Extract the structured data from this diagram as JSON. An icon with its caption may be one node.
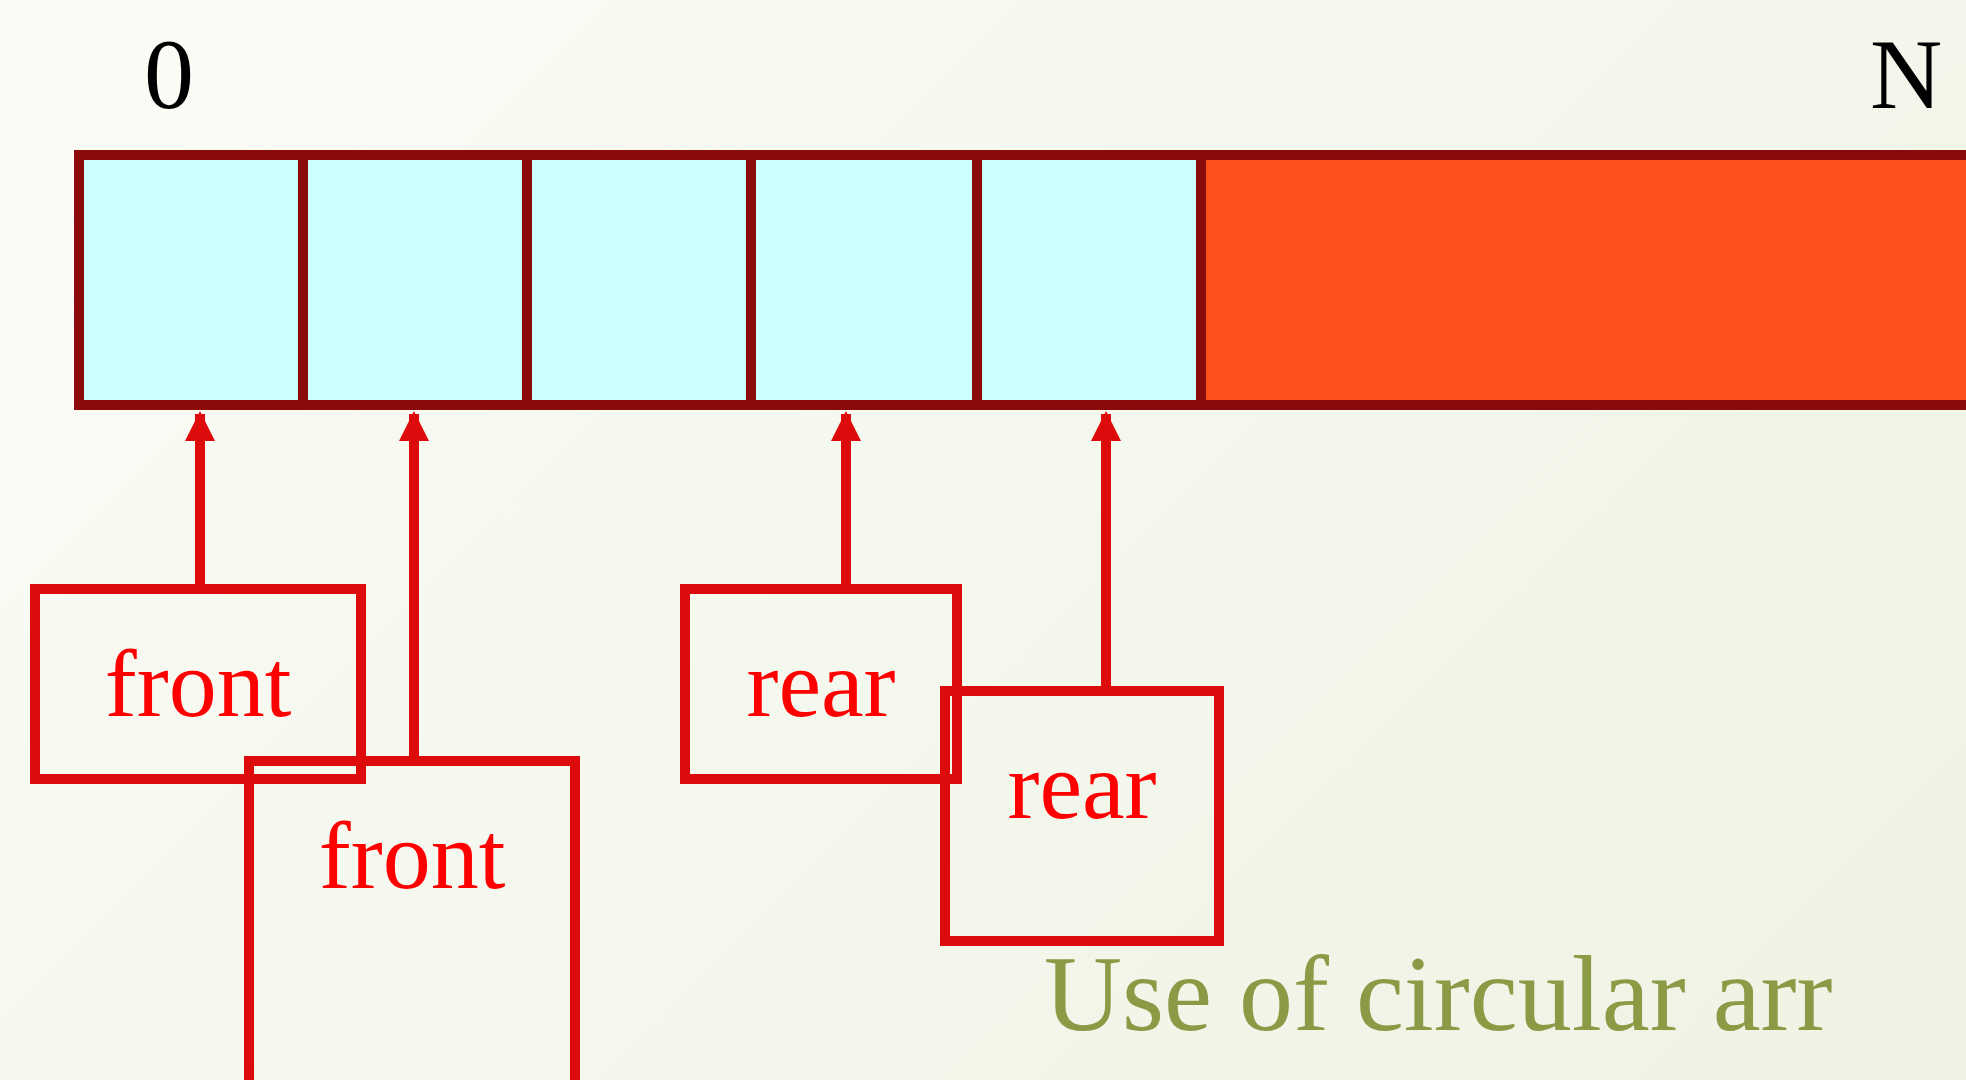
{
  "diagram": {
    "nodes": [
      {
        "text": [],
        "shape": "box"
      },
      {
        "text": [],
        "shape": "box"
      },
      {
        "text": [],
        "shape": "box"
      },
      {
        "text": [],
        "shape": "box"
      },
      {
        "text": [],
        "shape": "box"
      },
      {
        "text": [],
        "shape": "bar"
      },
      {
        "text": [
          "front"
        ]
      },
      {
        "text": [
          "front"
        ]
      },
      {
        "text": [
          "rear"
        ]
      },
      {
        "text": [
          "rear"
        ]
      }
    ],
    "edges": [
      {
        "from": 6,
        "to": 0,
        "arrow": "to"
      },
      {
        "from": 7,
        "to": 1,
        "arrow": "to"
      },
      {
        "from": 8,
        "to": 3,
        "arrow": "to"
      },
      {
        "from": 9,
        "to": 4,
        "arrow": "to"
      }
    ],
    "labels": [
      "0",
      "N",
      "Use of circular arr"
    ]
  }
}
